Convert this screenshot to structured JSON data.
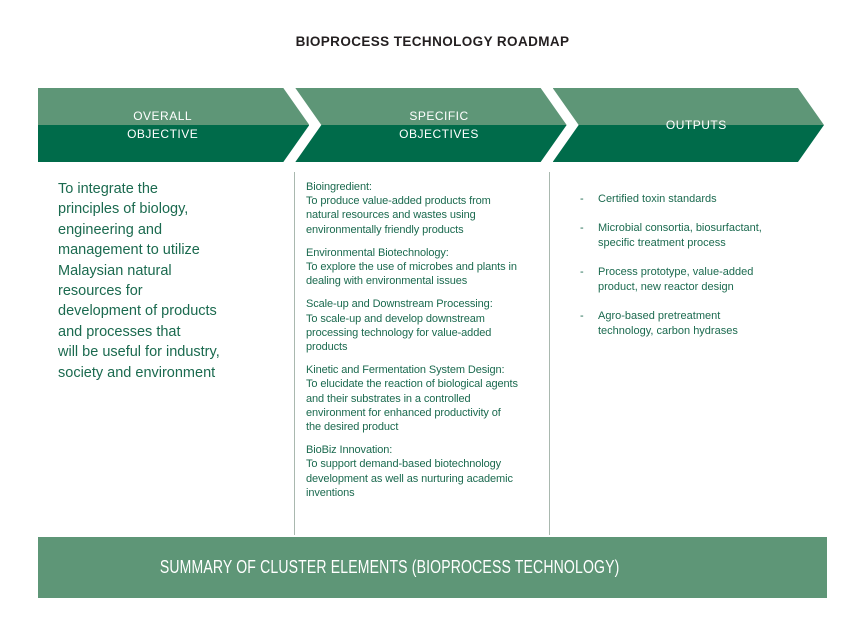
{
  "title": "BIOPROCESS TECHNOLOGY ROADMAP",
  "colors": {
    "sage_green": "#5E9677",
    "dark_green": "#006B4A",
    "text_green": "#1B6A4F",
    "divider_gray_green": "#A9B8AF",
    "title_text": "#231F20",
    "label_white": "#FFFFFF"
  },
  "arrows": [
    {
      "label": "OVERALL\nOBJECTIVE"
    },
    {
      "label": "SPECIFIC\nOBJECTIVES"
    },
    {
      "label": "OUTPUTS"
    }
  ],
  "columns": {
    "overall_objective": {
      "text": "To integrate the\nprinciples of biology,\nengineering and\nmanagement to utilize\nMalaysian natural\nresources for\ndevelopment of products\nand processes that\nwill be useful for industry,\nsociety and environment"
    },
    "specific_objectives": {
      "groups": [
        {
          "title": "Bioingredient:",
          "body": "To produce value-added products from\nnatural resources and wastes using\nenvironmentally friendly products"
        },
        {
          "title": "Environmental Biotechnology:",
          "body": "To explore the use of microbes and plants in\ndealing with environmental issues"
        },
        {
          "title": "Scale-up and Downstream Processing:",
          "body": "To scale-up and develop downstream\nprocessing technology for value-added\nproducts"
        },
        {
          "title": "Kinetic and Fermentation System Design:",
          "body": "To elucidate the reaction of biological agents\nand their substrates in a controlled\nenvironment for enhanced productivity of\nthe desired product"
        },
        {
          "title": "BioBiz Innovation:",
          "body": "To support demand-based biotechnology\ndevelopment as well as nurturing academic\ninventions"
        }
      ]
    },
    "outputs": {
      "bullet_char": "-",
      "items": [
        "Certified toxin standards",
        "Microbial consortia, biosurfactant,\nspecific treatment process",
        "Process prototype, value-added\nproduct, new reactor design",
        "Agro-based pretreatment\ntechnology, carbon hydrases"
      ]
    }
  },
  "footer": {
    "label": "SUMMARY OF CLUSTER ELEMENTS (BIOPROCESS TECHNOLOGY)"
  }
}
